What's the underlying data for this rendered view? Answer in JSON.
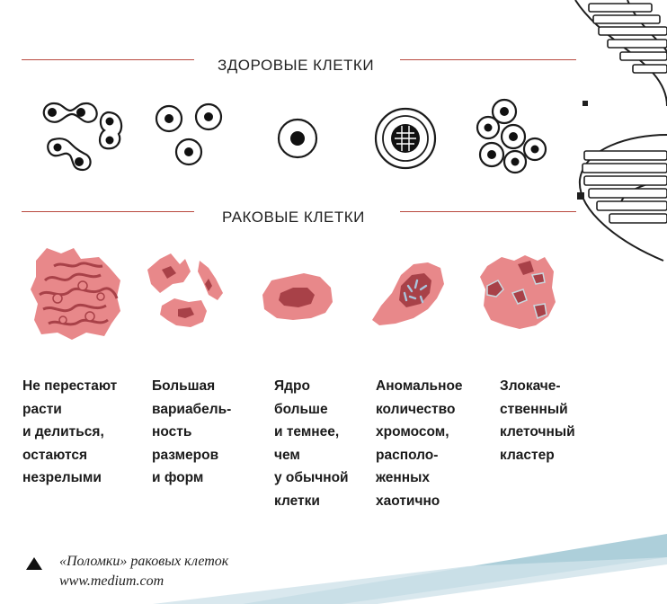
{
  "headings": {
    "healthy": "ЗДОРОВЫЕ КЛЕТКИ",
    "cancer": "РАКОВЫЕ КЛЕТКИ"
  },
  "descriptions": [
    "Не перестают\nрасти\nи делиться,\nостаются\nнезрелыми",
    "Большая\nвариабель-\nность\nразмеров\nи форм",
    "Ядро\nбольше\nи темнее,\nчем\nу обычной\nклетки",
    "Аномальное\nколичество\nхромосом,\nрасполо-\nженных\nхаотично",
    "Злокаче-\nственный\nклеточный\nкластер"
  ],
  "caption": {
    "title": "«Поломки» раковых клеток",
    "source": "www.medium.com"
  },
  "colors": {
    "accent_line": "#b9493f",
    "cancer_cell": "#e8888a",
    "cancer_nucleus": "#a84148",
    "ribbon": "#a9ccd8"
  }
}
